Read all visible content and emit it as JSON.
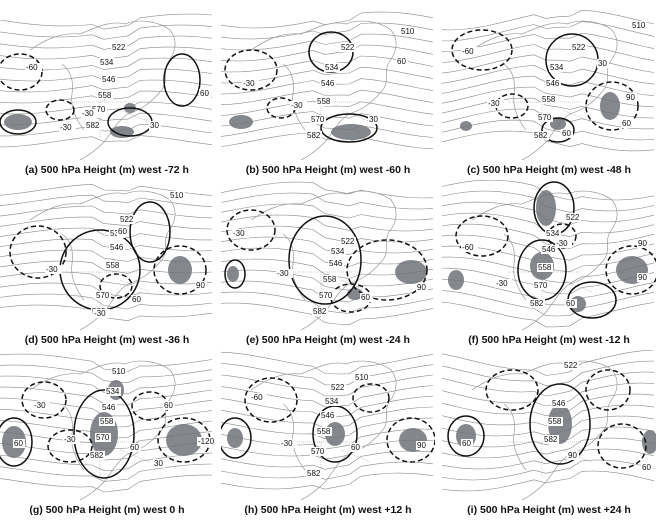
{
  "figure": {
    "colors": {
      "height_contour": "#8a8a8a",
      "anomaly_positive": "#111111",
      "anomaly_negative": "#111111",
      "shading": "#6f7278",
      "coast": "#9a9a9a"
    },
    "panels": [
      {
        "caption": "(a) 500 hPa Height (m) west -72 h",
        "height_labels": [
          "522",
          "534",
          "546",
          "558",
          "570",
          "582"
        ],
        "anomaly_labels": [
          "-60",
          "-30",
          "-30",
          "30",
          "60"
        ]
      },
      {
        "caption": "(b) 500 hPa Height (m) west -60 h",
        "height_labels": [
          "510",
          "522",
          "534",
          "546",
          "558",
          "570",
          "582"
        ],
        "anomaly_labels": [
          "-30",
          "-30",
          "30",
          "60"
        ]
      },
      {
        "caption": "(c) 500 hPa Height (m) west -48 h",
        "height_labels": [
          "510",
          "522",
          "534",
          "546",
          "558",
          "570",
          "582"
        ],
        "anomaly_labels": [
          "-60",
          "-30",
          "60",
          "60",
          "90",
          "30"
        ]
      },
      {
        "caption": "(d) 500 hPa Height (m) west -36 h",
        "height_labels": [
          "510",
          "522",
          "534",
          "546",
          "558",
          "570",
          "582"
        ],
        "anomaly_labels": [
          "-30",
          "-30",
          "60",
          "60",
          "90"
        ]
      },
      {
        "caption": "(e) 500 hPa Height (m) west -24 h",
        "height_labels": [
          "522",
          "534",
          "546",
          "558",
          "570",
          "582"
        ],
        "anomaly_labels": [
          "-30",
          "-30",
          "60",
          "90"
        ]
      },
      {
        "caption": "(f) 500 hPa Height (m) west -12 h",
        "height_labels": [
          "522",
          "534",
          "546",
          "558",
          "570",
          "582"
        ],
        "anomaly_labels": [
          "-60",
          "-30",
          "-30",
          "60",
          "90",
          "90"
        ]
      },
      {
        "caption": "(g) 500 hPa Height (m) west 0 h",
        "height_labels": [
          "510",
          "534",
          "546",
          "558",
          "570",
          "582"
        ],
        "anomaly_labels": [
          "60",
          "-30",
          "-30",
          "60",
          "60",
          "-120",
          "30"
        ]
      },
      {
        "caption": "(h) 500 hPa Height (m) west +12 h",
        "height_labels": [
          "510",
          "522",
          "534",
          "546",
          "558",
          "570",
          "582"
        ],
        "anomaly_labels": [
          "-60",
          "-30",
          "60",
          "90"
        ]
      },
      {
        "caption": "(i) 500 hPa Height (m) west +24 h",
        "height_labels": [
          "522",
          "546",
          "558",
          "582"
        ],
        "anomaly_labels": [
          "60",
          "90",
          "60"
        ]
      }
    ]
  }
}
